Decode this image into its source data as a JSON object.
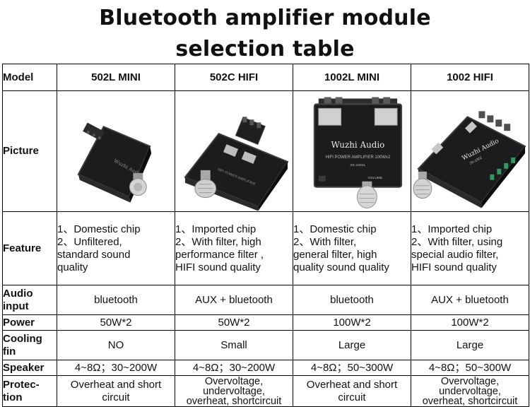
{
  "title": {
    "line1": "Bluetooth amplifier module",
    "line2": "selection table"
  },
  "row_labels": {
    "model": "Model",
    "picture": "Picture",
    "feature": "Feature",
    "audio_input_1": "Audio",
    "audio_input_2": "input",
    "power": "Power",
    "cooling_1": "Cooling",
    "cooling_2": "fin",
    "speaker": "Speaker",
    "protection_1": "Protec-",
    "protection_2": "tion"
  },
  "models": [
    {
      "name": "502L MINI",
      "feature": [
        "1、Domestic chip",
        "2、Unfiltered,",
        "standard sound",
        "quality"
      ],
      "audio_input": "bluetooth",
      "power": "50W*2",
      "cooling_fin": "NO",
      "speaker": "4~8Ω；30~200W",
      "protection": [
        "Overheat and short",
        "circuit"
      ]
    },
    {
      "name": "502C HIFI",
      "feature": [
        "1、Imported chip",
        "2、With filter, high",
        "performance filter ,",
        "HIFI sound quality"
      ],
      "audio_input": "AUX + bluetooth",
      "power": "50W*2",
      "cooling_fin": "Small",
      "speaker": "4~8Ω；30~200W",
      "protection": [
        "Overvoltage,",
        "undervoltage,",
        "overheat, shortcircuit"
      ]
    },
    {
      "name": "1002L MINI",
      "feature": [
        "1、Domestic chip",
        "2、With filter,",
        "general filter, high",
        "quality sound quality"
      ],
      "audio_input": "bluetooth",
      "power": "100W*2",
      "cooling_fin": "Large",
      "speaker": "4~8Ω；50~300W",
      "protection": [
        "Overheat and short",
        "circuit"
      ]
    },
    {
      "name": "1002 HIFI",
      "feature": [
        "1、Imported chip",
        "2、With filter, using",
        "special audio filter,",
        "HIFI sound quality"
      ],
      "audio_input": "AUX + bluetooth",
      "power": "100W*2",
      "cooling_fin": "Large",
      "speaker": "4~8Ω；50~300W",
      "protection": [
        "Overvoltage,",
        "undervoltage,",
        "overheat, shortcircuit"
      ]
    }
  ],
  "board_prints": {
    "p3_brand": "Wuzhi Audio",
    "p3_sub": "HIFI POWER AMPLIFIER 100Wx2",
    "p3_model": "ZK-1002L",
    "p3_volume": "VOLUME",
    "p4_brand": "Wuzhi Audio",
    "p4_model": "ZK-1002",
    "p1_brand": "Wuzhi Audio"
  },
  "colors": {
    "board": "#1c1c1e",
    "board_edge": "#3a3a3c",
    "terminal": "#2b2b2b",
    "knob": "#c9c9c9"
  }
}
